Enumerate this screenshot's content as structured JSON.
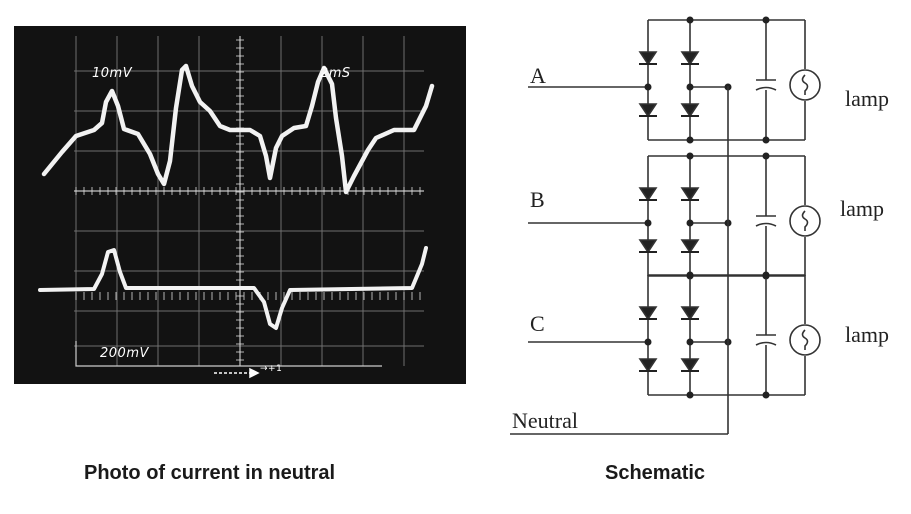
{
  "oscilloscope": {
    "channel1_scale": "10mV",
    "timebase": "2mS",
    "channel2_scale": "200mV",
    "marker": "→+1",
    "caption": "Photo of current in neutral"
  },
  "schematic": {
    "caption": "Schematic",
    "phases": [
      {
        "label": "A",
        "load": "lamp"
      },
      {
        "label": "B",
        "load": "lamp"
      },
      {
        "label": "C",
        "load": "lamp"
      }
    ],
    "neutral_label": "Neutral"
  }
}
